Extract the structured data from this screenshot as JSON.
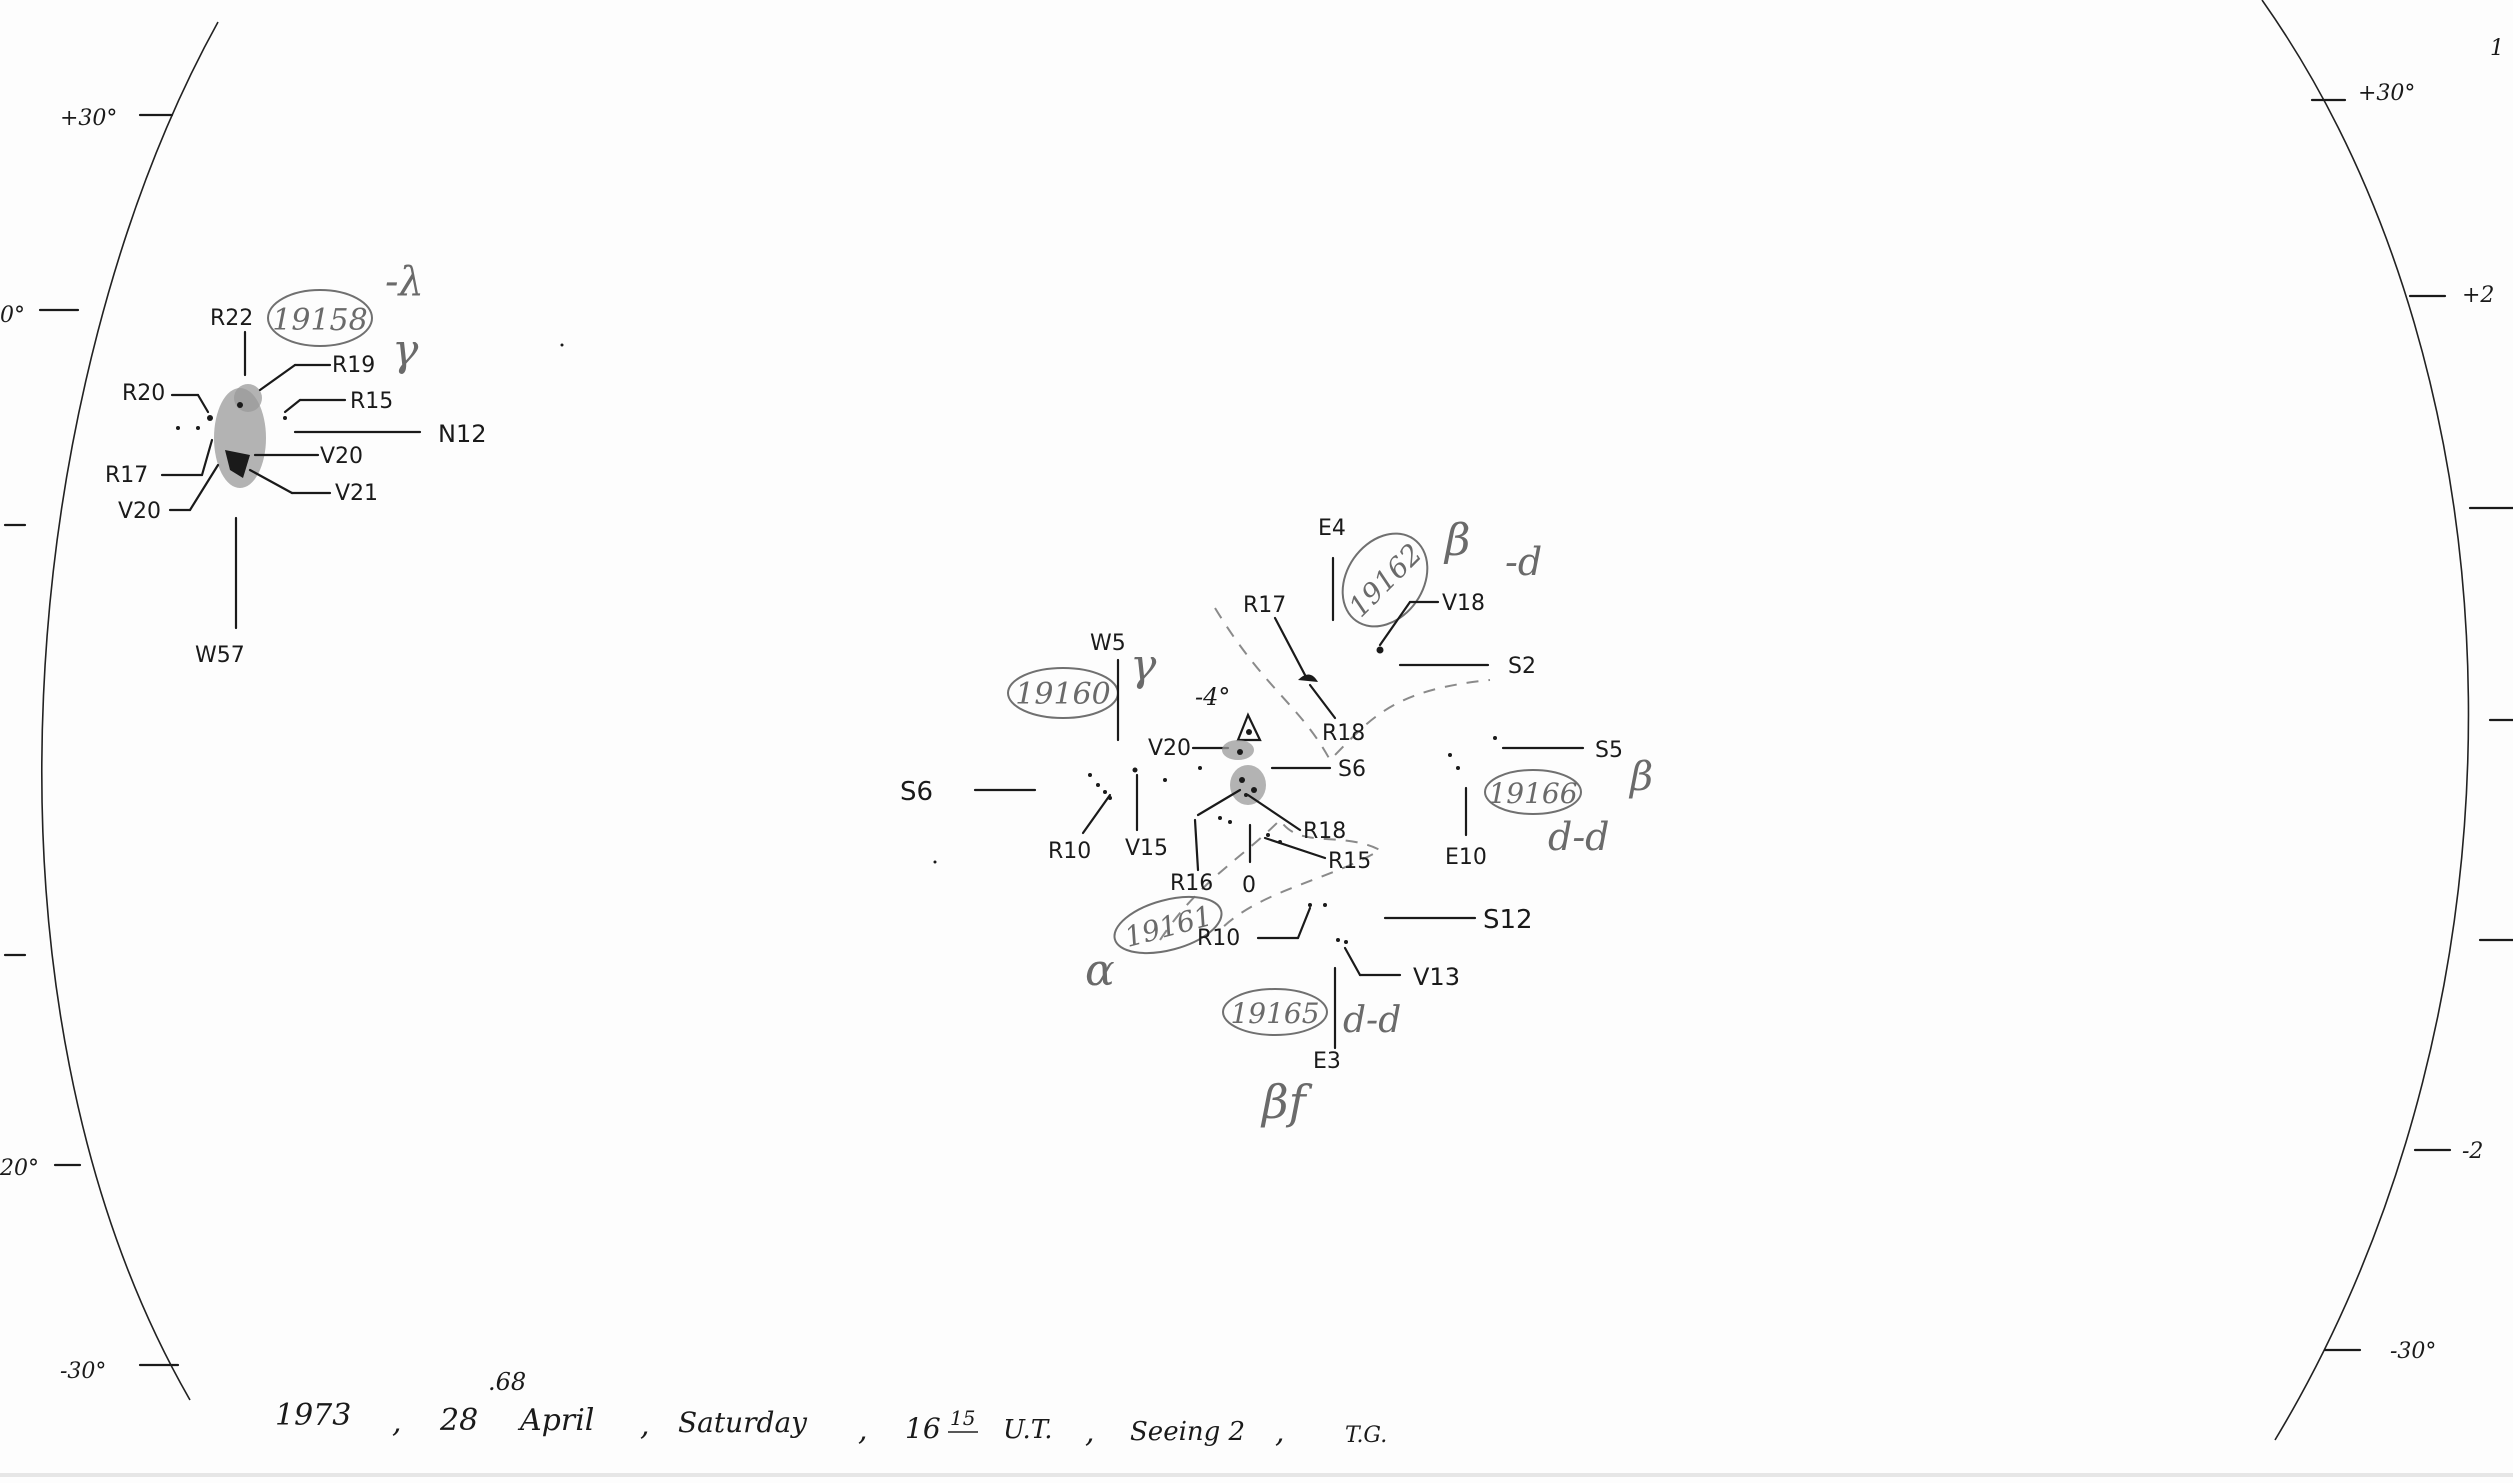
{
  "disc": {
    "left_ticks": [
      "+30°",
      "0°",
      "20°",
      "-30°"
    ],
    "right_ticks": [
      "+30°",
      "+2",
      "-2",
      "-30°"
    ],
    "corner_mark": "1"
  },
  "groups": [
    {
      "id": "19158",
      "class": "γ",
      "class_note": "-λ",
      "labels": [
        "R22",
        "R19",
        "R15",
        "R20",
        "N12",
        "R17",
        "V20",
        "V21",
        "V20",
        "W57"
      ]
    },
    {
      "id": "19160",
      "class": "γ",
      "labels": [
        "W5",
        "-4°",
        "V20",
        "S6",
        "R10",
        "V15",
        "S6"
      ]
    },
    {
      "id": "19162",
      "class": "β",
      "class_note": "-d",
      "labels": [
        "E4",
        "R17",
        "V18",
        "S2",
        "R18"
      ]
    },
    {
      "id": "19166",
      "class": "β",
      "class_note": "d-d",
      "labels": [
        "S5",
        "E10"
      ]
    },
    {
      "id": "19161",
      "class": "α",
      "labels": [
        "R18",
        "R15",
        "R16",
        "0",
        "R10"
      ]
    },
    {
      "id": "19165",
      "class": "βf",
      "class_note": "d-d",
      "labels": [
        "S12",
        "V13",
        "E3"
      ]
    }
  ],
  "footer": {
    "year": "1973",
    "day": "28",
    "day_fraction": ".68",
    "month": "April",
    "weekday": "Saturday",
    "time_hours": "16",
    "time_minutes": "15",
    "time_unit": "U.T.",
    "seeing": "Seeing 2",
    "observer": "T.G.",
    "separator": ","
  },
  "colors": {
    "ink": "#1a1a1a",
    "pencil": "#6a6a6a",
    "paper": "#fdfdfd"
  }
}
